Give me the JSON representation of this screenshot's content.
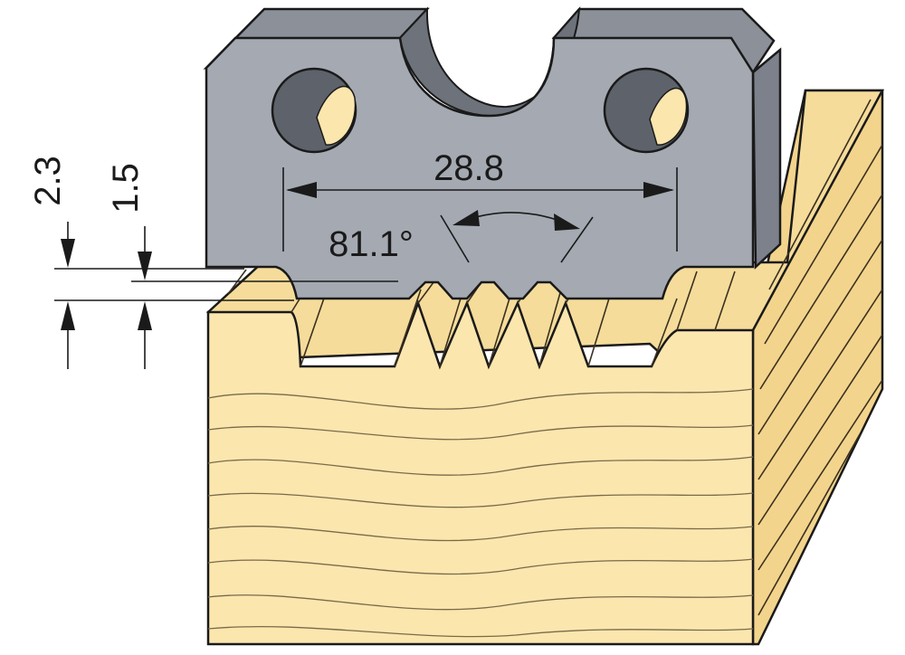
{
  "dimensions": {
    "width_label": "28.8",
    "angle_label": "81.1°",
    "depth_outer_label": "2.3",
    "depth_inner_label": "1.5"
  },
  "colors": {
    "knife_face": "#a4a9b2",
    "knife_side": "#7c818b",
    "knife_top": "#8b9099",
    "knife_shadow": "#5d626b",
    "wood_light": "#fbe6ae",
    "wood_mid": "#f3d48c",
    "wood_dark": "#e2bd6e",
    "wood_line": "#7a6a4a",
    "outline": "#1a1a1a"
  },
  "icons": [
    "arrow-down-icon",
    "arrow-up-icon",
    "arrow-left-icon",
    "arrow-right-icon"
  ]
}
